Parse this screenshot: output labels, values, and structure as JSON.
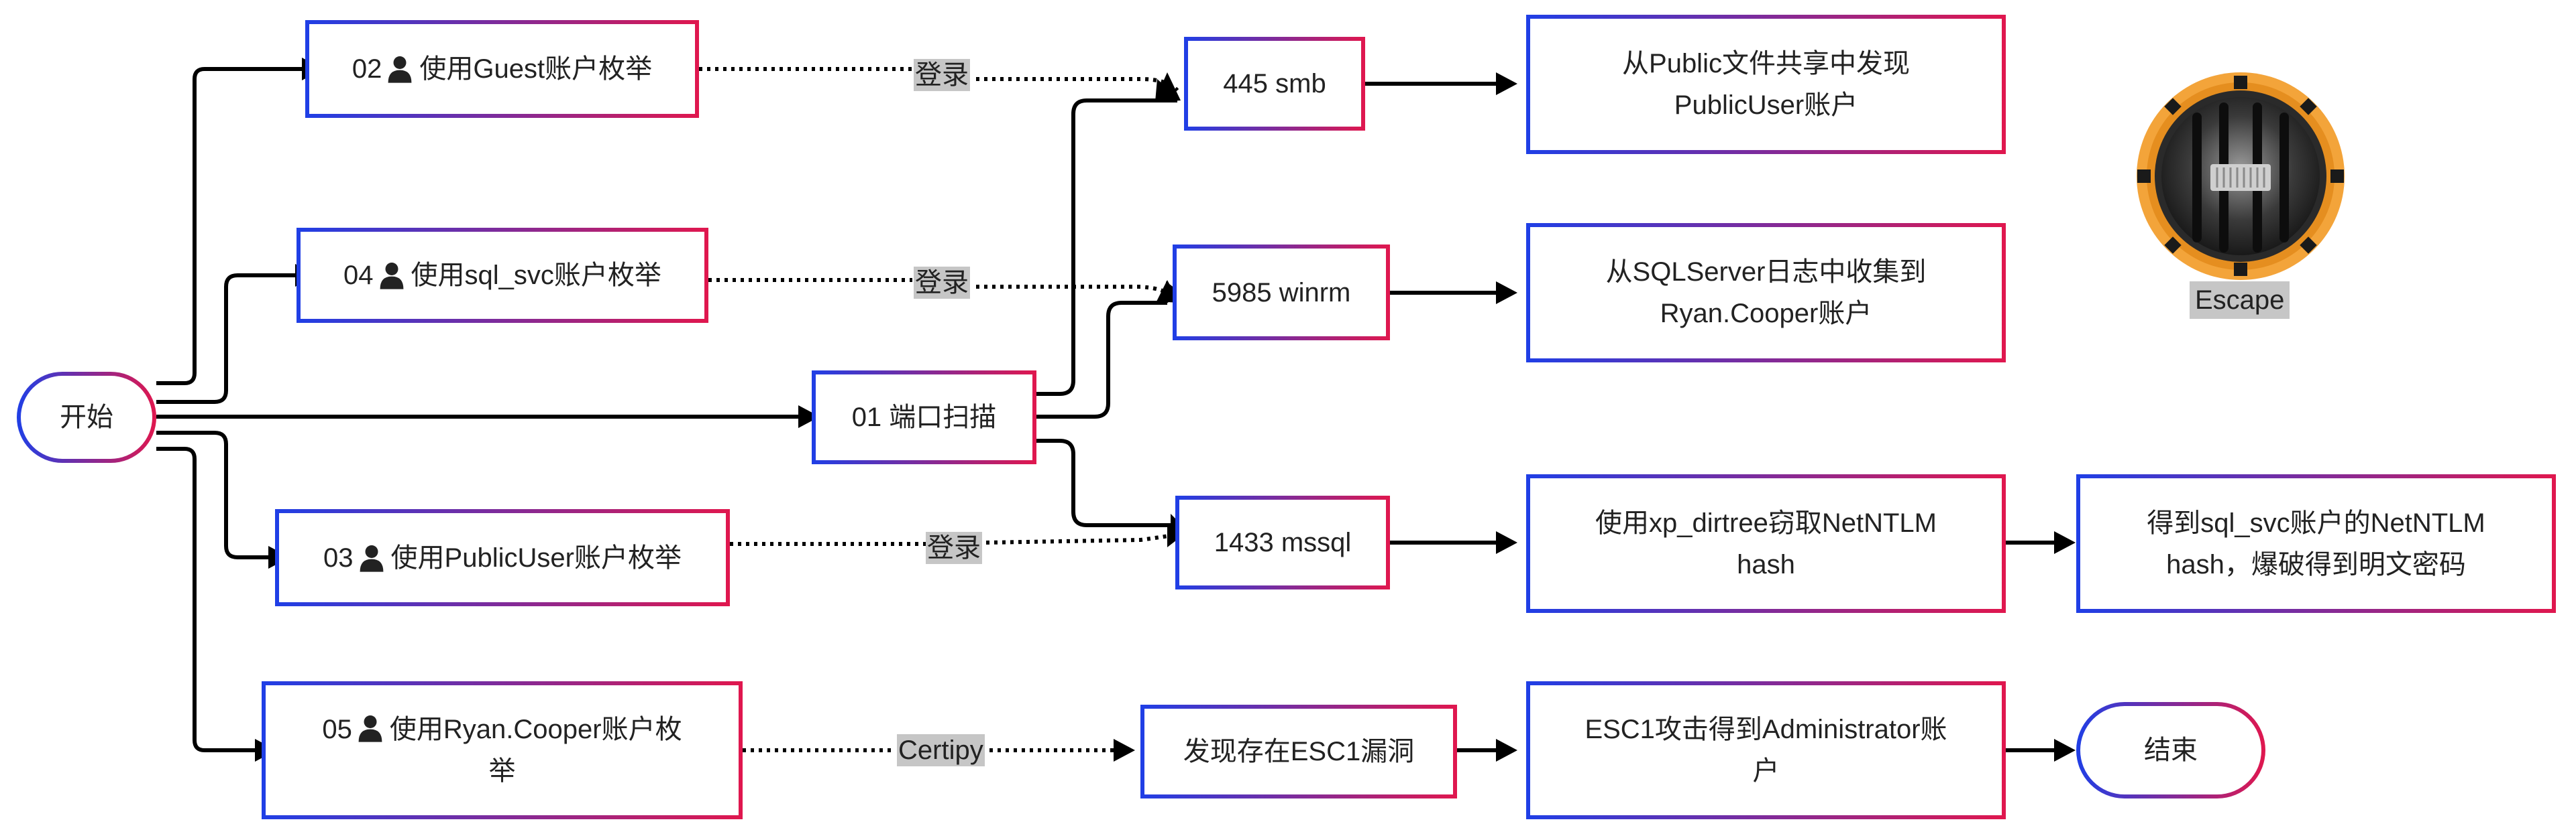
{
  "nodes": {
    "start": "开始",
    "end": "结束",
    "n01_text": "01 端口扫描",
    "n02": {
      "num": "02",
      "text": "使用Guest账户枚举"
    },
    "n03": {
      "num": "03",
      "text": "使用PublicUser账户枚举"
    },
    "n04": {
      "num": "04",
      "text": "使用sql_svc账户枚举"
    },
    "n05": {
      "num": "05",
      "text": "使用Ryan.Cooper账户枚",
      "text2": "举"
    },
    "smb": "445 smb",
    "winrm": "5985 winrm",
    "mssql": "1433 mssql",
    "public_share": {
      "line1": "从Public文件共享中发现",
      "line2": "PublicUser账户"
    },
    "sqlserver_log": {
      "line1": "从SQLServer日志中收集到",
      "line2": "Ryan.Cooper账户"
    },
    "xp_dirtree": {
      "line1": "使用xp_dirtree窃取NetNTLM",
      "line2": "hash"
    },
    "crack": {
      "line1": "得到sql_svc账户的NetNTLM",
      "line2": "hash，爆破得到明文密码"
    },
    "esc1_found": "发现存在ESC1漏洞",
    "esc1_attack": {
      "line1": "ESC1攻击得到Administrator账",
      "line2": "户"
    }
  },
  "edge_labels": {
    "guest_login": "登录",
    "sqlsvc_login": "登录",
    "publicuser_login": "登录",
    "certipy": "Certipy"
  },
  "badge": {
    "label": "Escape",
    "icon": "escape-machine-icon"
  },
  "colors": {
    "gradient_start": "#1f3fe6",
    "gradient_end": "#e0174e",
    "badge_orange": "#f3a43a",
    "label_bg": "#c6c6c6"
  }
}
